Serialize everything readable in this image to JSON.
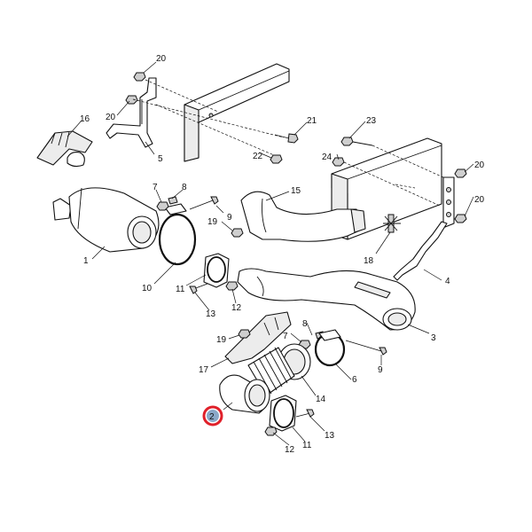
{
  "diagram": {
    "labels": {
      "l20a": "20",
      "l20b": "20",
      "l16": "16",
      "l5": "5",
      "l21": "21",
      "l23": "23",
      "l22": "22",
      "l24": "24",
      "l20c": "20",
      "l20d": "20",
      "l7a": "7",
      "l8a": "8",
      "l9a": "9",
      "l19a": "19",
      "l15": "15",
      "l1": "1",
      "l18": "18",
      "l4": "4",
      "l10": "10",
      "l11a": "11",
      "l12a": "12",
      "l13a": "13",
      "l3": "3",
      "l8b": "8",
      "l7b": "7",
      "l19b": "19",
      "l17": "17",
      "l9b": "9",
      "l6": "6",
      "l14": "14",
      "l2": "2",
      "l13b": "13",
      "l12b": "12",
      "l11b": "11"
    },
    "highlight_color": "#e0202a",
    "highlight_fill": "#8aa8c8"
  }
}
